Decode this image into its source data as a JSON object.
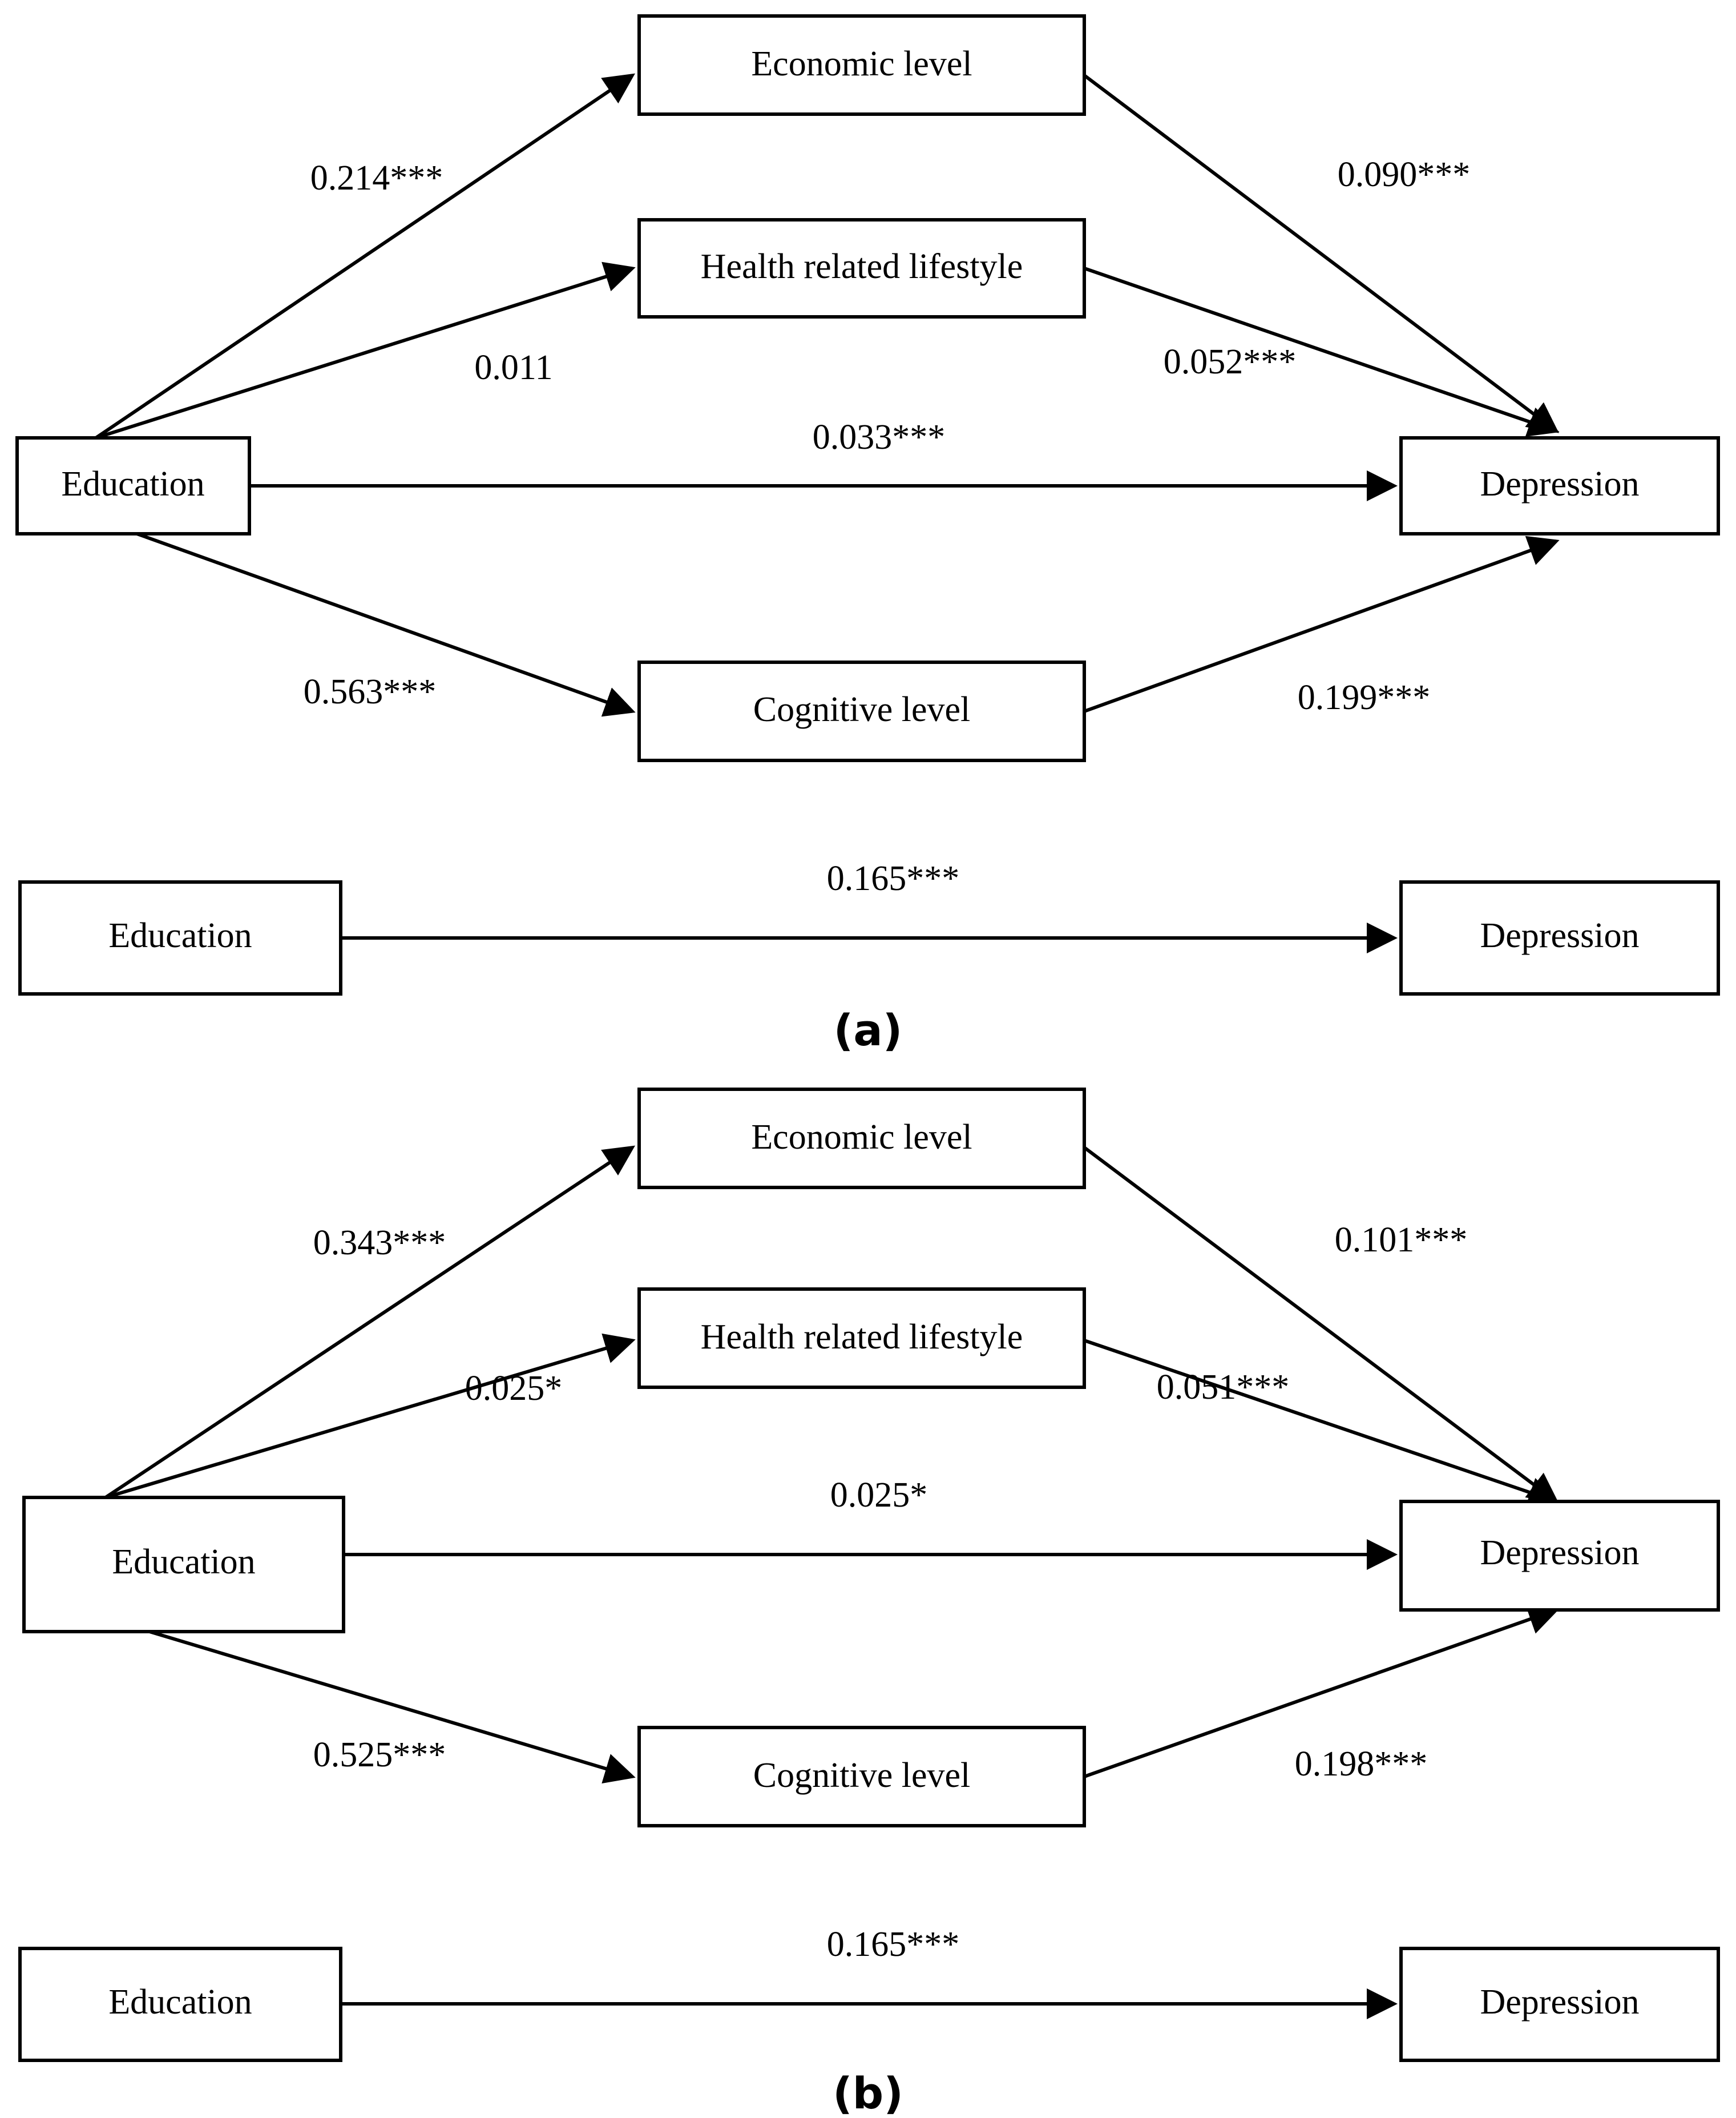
{
  "figure": {
    "background_color": "#ffffff",
    "line_color": "#000000",
    "panels": [
      {
        "id": "panel-a",
        "caption": "(a)",
        "nodes": {
          "predictor": "Education",
          "mediator_1": "Economic level",
          "mediator_2": "Health related lifestyle",
          "mediator_3": "Cognitive level",
          "outcome": "Depression",
          "total_predictor": "Education",
          "total_outcome": "Depression"
        },
        "coefficients": {
          "edu_to_economic": "0.214***",
          "edu_to_lifestyle": "0.011",
          "edu_to_depression_direct": "0.033***",
          "edu_to_cognitive": "0.563***",
          "economic_to_depression": "0.090***",
          "lifestyle_to_depression": "0.052***",
          "cognitive_to_depression": "0.199***",
          "total_effect": "0.165***"
        }
      },
      {
        "id": "panel-b",
        "caption": "(b)",
        "nodes": {
          "predictor": "Education",
          "mediator_1": "Economic level",
          "mediator_2": "Health related lifestyle",
          "mediator_3": "Cognitive level",
          "outcome": "Depression",
          "total_predictor": "Education",
          "total_outcome": "Depression"
        },
        "coefficients": {
          "edu_to_economic": "0.343***",
          "edu_to_lifestyle": "0.025*",
          "edu_to_depression_direct": "0.025*",
          "edu_to_cognitive": "0.525***",
          "economic_to_depression": "0.101***",
          "lifestyle_to_depression": "0.051***",
          "cognitive_to_depression": "0.198***",
          "total_effect": "0.165***"
        }
      }
    ]
  },
  "chart_data": {
    "type": "diagram",
    "title": "",
    "description": "Two parallel multiple mediation path diagrams (a and b) linking Education to Depression via Economic level, Health related lifestyle and Cognitive level.",
    "panels": [
      {
        "label": "(a)",
        "edges": [
          {
            "from": "Education",
            "to": "Economic level",
            "value": 0.214,
            "stars": "***",
            "label": "0.214***"
          },
          {
            "from": "Education",
            "to": "Health related lifestyle",
            "value": 0.011,
            "stars": "",
            "label": "0.011"
          },
          {
            "from": "Education",
            "to": "Depression",
            "value": 0.033,
            "stars": "***",
            "label": "0.033***"
          },
          {
            "from": "Education",
            "to": "Cognitive level",
            "value": 0.563,
            "stars": "***",
            "label": "0.563***"
          },
          {
            "from": "Economic level",
            "to": "Depression",
            "value": 0.09,
            "stars": "***",
            "label": "0.090***"
          },
          {
            "from": "Health related lifestyle",
            "to": "Depression",
            "value": 0.052,
            "stars": "***",
            "label": "0.052***"
          },
          {
            "from": "Cognitive level",
            "to": "Depression",
            "value": 0.199,
            "stars": "***",
            "label": "0.199***"
          },
          {
            "from": "Education",
            "to": "Depression",
            "value": 0.165,
            "stars": "***",
            "label": "0.165***",
            "type": "total effect"
          }
        ]
      },
      {
        "label": "(b)",
        "edges": [
          {
            "from": "Education",
            "to": "Economic level",
            "value": 0.343,
            "stars": "***",
            "label": "0.343***"
          },
          {
            "from": "Education",
            "to": "Health related lifestyle",
            "value": 0.025,
            "stars": "*",
            "label": "0.025*"
          },
          {
            "from": "Education",
            "to": "Depression",
            "value": 0.025,
            "stars": "*",
            "label": "0.025*"
          },
          {
            "from": "Education",
            "to": "Cognitive level",
            "value": 0.525,
            "stars": "***",
            "label": "0.525***"
          },
          {
            "from": "Economic level",
            "to": "Depression",
            "value": 0.101,
            "stars": "***",
            "label": "0.101***"
          },
          {
            "from": "Health related lifestyle",
            "to": "Depression",
            "value": 0.051,
            "stars": "***",
            "label": "0.051***"
          },
          {
            "from": "Cognitive level",
            "to": "Depression",
            "value": 0.198,
            "stars": "***",
            "label": "0.198***"
          },
          {
            "from": "Education",
            "to": "Depression",
            "value": 0.165,
            "stars": "***",
            "label": "0.165***",
            "type": "total effect"
          }
        ]
      }
    ]
  }
}
